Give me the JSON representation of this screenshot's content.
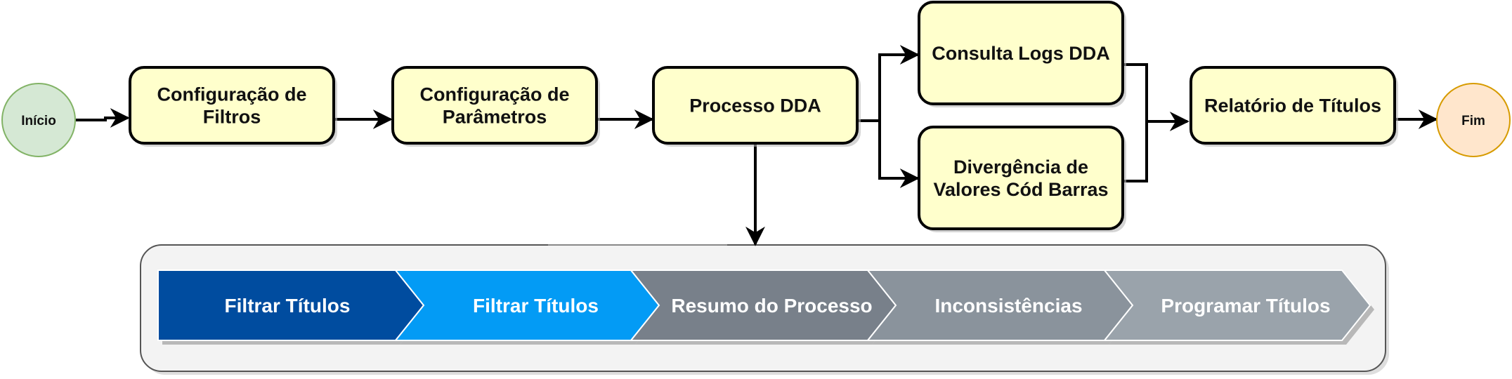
{
  "colors": {
    "box_fill": "#ffffcc",
    "start_fill": "#d5e8d4",
    "start_stroke": "#82b366",
    "end_fill": "#ffe6cc",
    "end_stroke": "#d79b00",
    "panel_fill": "#f3f3f3",
    "step_colors": [
      "#004c9f",
      "#039bf5",
      "#78808a",
      "#8a939c",
      "#9aa3ab"
    ]
  },
  "diagram": {
    "start": "Início",
    "end": "Fim",
    "nodes": {
      "config_filtros": [
        "Configuração de",
        "Filtros"
      ],
      "config_parametros": [
        "Configuração de",
        "Parâmetros"
      ],
      "processo_dda": [
        "Processo DDA"
      ],
      "consulta_logs": [
        "Consulta Logs DDA"
      ],
      "divergencia": [
        "Divergência de",
        "Valores Cód Barras"
      ],
      "relatorio": [
        "Relatório de Títulos"
      ]
    },
    "steps": [
      "Filtrar Títulos",
      "Filtrar Títulos",
      "Resumo do Processo",
      "Inconsistências",
      "Programar Títulos"
    ]
  }
}
